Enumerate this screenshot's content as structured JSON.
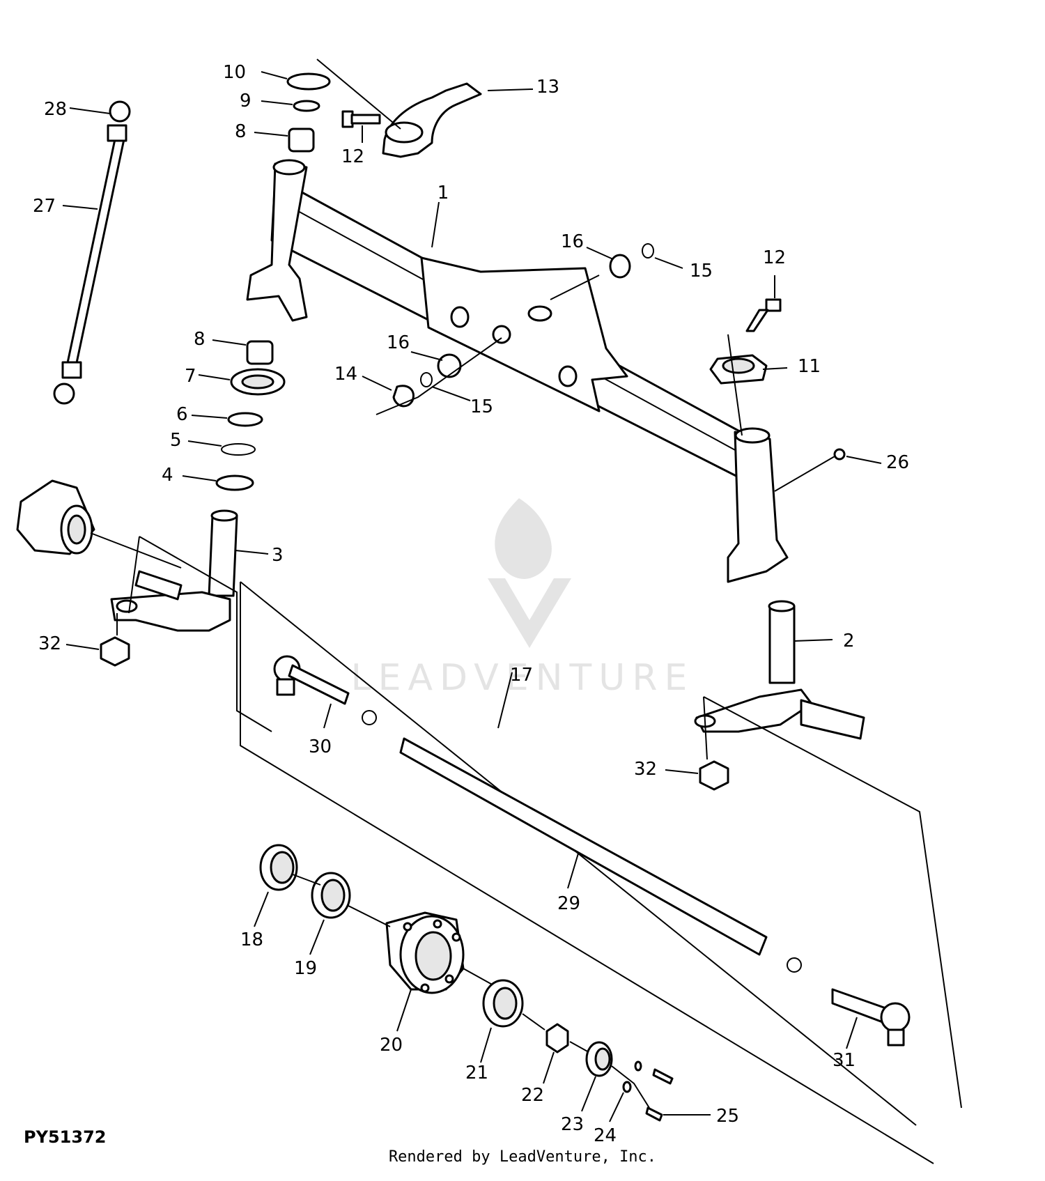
{
  "diagram": {
    "code": "PY51372",
    "credit": "Rendered by LeadVenture, Inc.",
    "watermark": "LEADVENTURE",
    "callouts": [
      {
        "id": "c1",
        "text": "1"
      },
      {
        "id": "c2",
        "text": "2"
      },
      {
        "id": "c3",
        "text": "3"
      },
      {
        "id": "c4",
        "text": "4"
      },
      {
        "id": "c5",
        "text": "5"
      },
      {
        "id": "c6",
        "text": "6"
      },
      {
        "id": "c7",
        "text": "7"
      },
      {
        "id": "c8a",
        "text": "8"
      },
      {
        "id": "c8b",
        "text": "8"
      },
      {
        "id": "c9",
        "text": "9"
      },
      {
        "id": "c10",
        "text": "10"
      },
      {
        "id": "c11",
        "text": "11"
      },
      {
        "id": "c12a",
        "text": "12"
      },
      {
        "id": "c12b",
        "text": "12"
      },
      {
        "id": "c13",
        "text": "13"
      },
      {
        "id": "c14",
        "text": "14"
      },
      {
        "id": "c15a",
        "text": "15"
      },
      {
        "id": "c15b",
        "text": "15"
      },
      {
        "id": "c16a",
        "text": "16"
      },
      {
        "id": "c16b",
        "text": "16"
      },
      {
        "id": "c17",
        "text": "17"
      },
      {
        "id": "c18",
        "text": "18"
      },
      {
        "id": "c19",
        "text": "19"
      },
      {
        "id": "c20",
        "text": "20"
      },
      {
        "id": "c21",
        "text": "21"
      },
      {
        "id": "c22",
        "text": "22"
      },
      {
        "id": "c23",
        "text": "23"
      },
      {
        "id": "c24",
        "text": "24"
      },
      {
        "id": "c25",
        "text": "25"
      },
      {
        "id": "c26",
        "text": "26"
      },
      {
        "id": "c27",
        "text": "27"
      },
      {
        "id": "c28",
        "text": "28"
      },
      {
        "id": "c29",
        "text": "29"
      },
      {
        "id": "c30",
        "text": "30"
      },
      {
        "id": "c31",
        "text": "31"
      },
      {
        "id": "c32a",
        "text": "32"
      },
      {
        "id": "c32b",
        "text": "32"
      }
    ]
  }
}
